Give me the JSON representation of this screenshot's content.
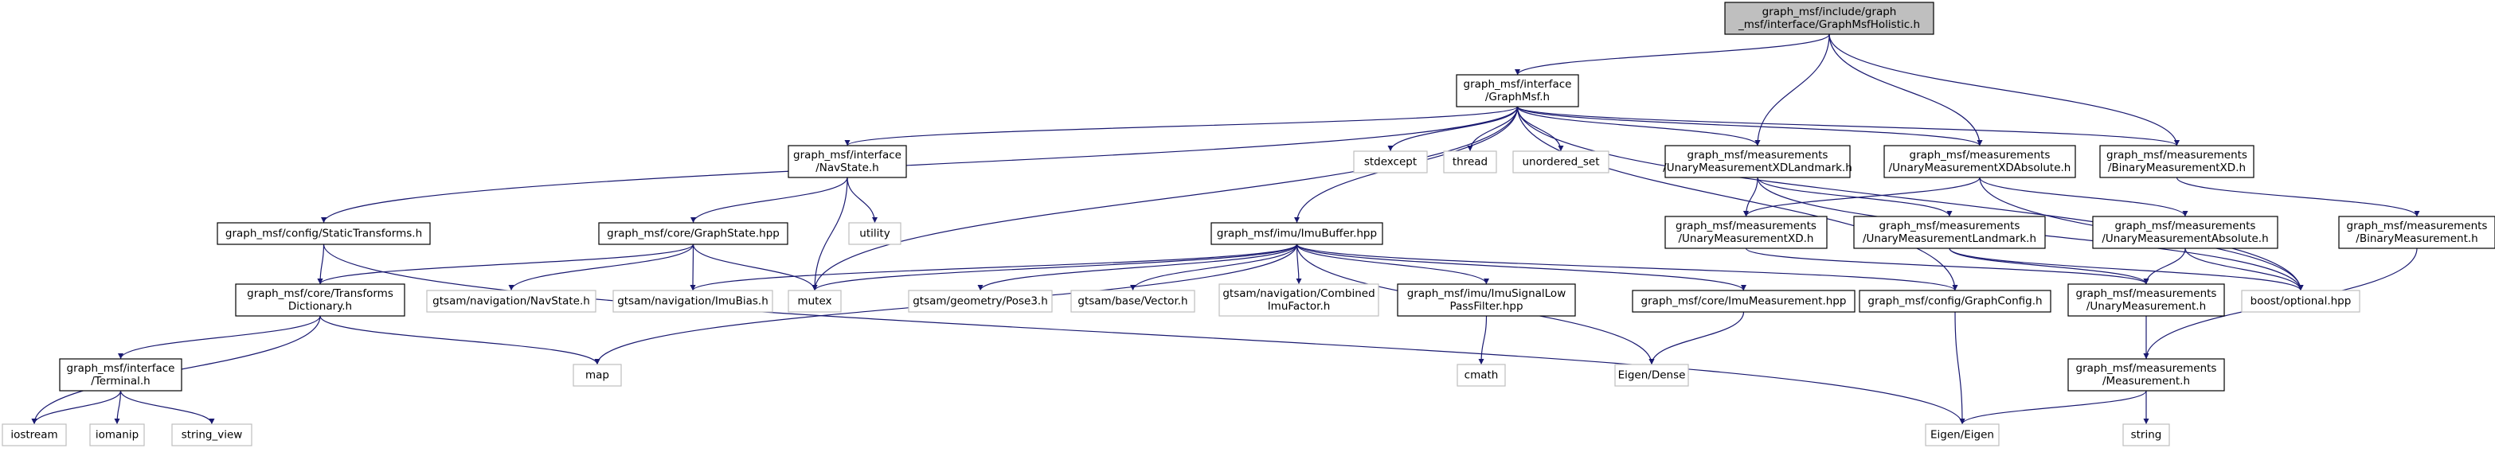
{
  "colors": {
    "edge": "#191970",
    "box_border_dark": "#000000",
    "box_border_light": "#bfbfbf",
    "root_fill": "#bfbfbf",
    "text": "#000000",
    "background": "#ffffff"
  },
  "nodes": [
    {
      "id": "root",
      "lines": [
        "graph_msf/include/graph",
        "_msf/interface/GraphMsfHolistic.h"
      ],
      "style": "root"
    },
    {
      "id": "graphmsf",
      "lines": [
        "graph_msf/interface",
        "/GraphMsf.h"
      ],
      "style": "dark"
    },
    {
      "id": "unaryLandmarkXD",
      "lines": [
        "graph_msf/measurements",
        "/UnaryMeasurementXDLandmark.h"
      ],
      "style": "dark"
    },
    {
      "id": "unaryAbsoluteXD",
      "lines": [
        "graph_msf/measurements",
        "/UnaryMeasurementXDAbsolute.h"
      ],
      "style": "dark"
    },
    {
      "id": "binaryXD",
      "lines": [
        "graph_msf/measurements",
        "/BinaryMeasurementXD.h"
      ],
      "style": "dark"
    },
    {
      "id": "navstate",
      "lines": [
        "graph_msf/interface",
        "/NavState.h"
      ],
      "style": "dark"
    },
    {
      "id": "stdexcept",
      "lines": [
        "stdexcept"
      ],
      "style": "light"
    },
    {
      "id": "thread",
      "lines": [
        "thread"
      ],
      "style": "light"
    },
    {
      "id": "unordered_set",
      "lines": [
        "unordered_set"
      ],
      "style": "light"
    },
    {
      "id": "utility",
      "lines": [
        "utility"
      ],
      "style": "light"
    },
    {
      "id": "statictransforms",
      "lines": [
        "graph_msf/config/StaticTransforms.h"
      ],
      "style": "dark"
    },
    {
      "id": "graphstate",
      "lines": [
        "graph_msf/core/GraphState.hpp"
      ],
      "style": "dark"
    },
    {
      "id": "imubuffer",
      "lines": [
        "graph_msf/imu/ImuBuffer.hpp"
      ],
      "style": "dark"
    },
    {
      "id": "unaryXD",
      "lines": [
        "graph_msf/measurements",
        "/UnaryMeasurementXD.h"
      ],
      "style": "dark"
    },
    {
      "id": "unaryLandmark",
      "lines": [
        "graph_msf/measurements",
        "/UnaryMeasurementLandmark.h"
      ],
      "style": "dark"
    },
    {
      "id": "unaryAbsolute",
      "lines": [
        "graph_msf/measurements",
        "/UnaryMeasurementAbsolute.h"
      ],
      "style": "dark"
    },
    {
      "id": "binary",
      "lines": [
        "graph_msf/measurements",
        "/BinaryMeasurement.h"
      ],
      "style": "dark"
    },
    {
      "id": "transformsdict",
      "lines": [
        "graph_msf/core/Transforms",
        "Dictionary.h"
      ],
      "style": "dark"
    },
    {
      "id": "gtsam_navstate",
      "lines": [
        "gtsam/navigation/NavState.h"
      ],
      "style": "light"
    },
    {
      "id": "gtsam_imubias",
      "lines": [
        "gtsam/navigation/ImuBias.h"
      ],
      "style": "light"
    },
    {
      "id": "mutex",
      "lines": [
        "mutex"
      ],
      "style": "light"
    },
    {
      "id": "gtsam_pose3",
      "lines": [
        "gtsam/geometry/Pose3.h"
      ],
      "style": "light"
    },
    {
      "id": "gtsam_vector",
      "lines": [
        "gtsam/base/Vector.h"
      ],
      "style": "light"
    },
    {
      "id": "gtsam_combined",
      "lines": [
        "gtsam/navigation/Combined",
        "ImuFactor.h"
      ],
      "style": "light"
    },
    {
      "id": "lowpass",
      "lines": [
        "graph_msf/imu/ImuSignalLow",
        "PassFilter.hpp"
      ],
      "style": "dark"
    },
    {
      "id": "imumeasurement",
      "lines": [
        "graph_msf/core/ImuMeasurement.hpp"
      ],
      "style": "dark"
    },
    {
      "id": "graphconfig",
      "lines": [
        "graph_msf/config/GraphConfig.h"
      ],
      "style": "dark"
    },
    {
      "id": "unary",
      "lines": [
        "graph_msf/measurements",
        "/UnaryMeasurement.h"
      ],
      "style": "dark"
    },
    {
      "id": "boost_optional",
      "lines": [
        "boost/optional.hpp"
      ],
      "style": "light"
    },
    {
      "id": "terminal",
      "lines": [
        "graph_msf/interface",
        "/Terminal.h"
      ],
      "style": "dark"
    },
    {
      "id": "map",
      "lines": [
        "map"
      ],
      "style": "light"
    },
    {
      "id": "cmath",
      "lines": [
        "cmath"
      ],
      "style": "light"
    },
    {
      "id": "eigen_dense",
      "lines": [
        "Eigen/Dense"
      ],
      "style": "light"
    },
    {
      "id": "measurement",
      "lines": [
        "graph_msf/measurements",
        "/Measurement.h"
      ],
      "style": "dark"
    },
    {
      "id": "iostream",
      "lines": [
        "iostream"
      ],
      "style": "light"
    },
    {
      "id": "iomanip",
      "lines": [
        "iomanip"
      ],
      "style": "light"
    },
    {
      "id": "string_view",
      "lines": [
        "string_view"
      ],
      "style": "light"
    },
    {
      "id": "eigen",
      "lines": [
        "Eigen/Eigen"
      ],
      "style": "light"
    },
    {
      "id": "string",
      "lines": [
        "string"
      ],
      "style": "light"
    }
  ],
  "edges": [
    [
      "root",
      "graphmsf"
    ],
    [
      "root",
      "unaryLandmarkXD"
    ],
    [
      "root",
      "unaryAbsoluteXD"
    ],
    [
      "root",
      "binaryXD"
    ],
    [
      "graphmsf",
      "navstate"
    ],
    [
      "graphmsf",
      "stdexcept"
    ],
    [
      "graphmsf",
      "thread"
    ],
    [
      "graphmsf",
      "unordered_set"
    ],
    [
      "graphmsf",
      "unaryLandmarkXD"
    ],
    [
      "graphmsf",
      "unaryAbsoluteXD"
    ],
    [
      "graphmsf",
      "binaryXD"
    ],
    [
      "graphmsf",
      "statictransforms"
    ],
    [
      "graphmsf",
      "imubuffer"
    ],
    [
      "graphmsf",
      "mutex"
    ],
    [
      "graphmsf",
      "graphconfig"
    ],
    [
      "graphmsf",
      "boost_optional"
    ],
    [
      "navstate",
      "graphstate"
    ],
    [
      "navstate",
      "utility"
    ],
    [
      "navstate",
      "mutex"
    ],
    [
      "statictransforms",
      "transformsdict"
    ],
    [
      "statictransforms",
      "eigen"
    ],
    [
      "graphstate",
      "transformsdict"
    ],
    [
      "graphstate",
      "gtsam_navstate"
    ],
    [
      "graphstate",
      "gtsam_imubias"
    ],
    [
      "graphstate",
      "mutex"
    ],
    [
      "imubuffer",
      "mutex"
    ],
    [
      "imubuffer",
      "gtsam_imubias"
    ],
    [
      "imubuffer",
      "gtsam_pose3"
    ],
    [
      "imubuffer",
      "gtsam_vector"
    ],
    [
      "imubuffer",
      "gtsam_combined"
    ],
    [
      "imubuffer",
      "lowpass"
    ],
    [
      "imubuffer",
      "imumeasurement"
    ],
    [
      "imubuffer",
      "graphconfig"
    ],
    [
      "imubuffer",
      "map"
    ],
    [
      "imubuffer",
      "eigen_dense"
    ],
    [
      "unaryLandmarkXD",
      "unaryXD"
    ],
    [
      "unaryLandmarkXD",
      "unaryLandmark"
    ],
    [
      "unaryLandmarkXD",
      "boost_optional"
    ],
    [
      "unaryAbsoluteXD",
      "unaryXD"
    ],
    [
      "unaryAbsoluteXD",
      "unaryAbsolute"
    ],
    [
      "unaryAbsoluteXD",
      "boost_optional"
    ],
    [
      "binaryXD",
      "binary"
    ],
    [
      "unaryXD",
      "unary"
    ],
    [
      "unaryLandmark",
      "unary"
    ],
    [
      "unaryLandmark",
      "boost_optional"
    ],
    [
      "unaryAbsolute",
      "unary"
    ],
    [
      "unaryAbsolute",
      "boost_optional"
    ],
    [
      "binary",
      "measurement"
    ],
    [
      "unary",
      "measurement"
    ],
    [
      "transformsdict",
      "terminal"
    ],
    [
      "transformsdict",
      "map"
    ],
    [
      "transformsdict",
      "iostream"
    ],
    [
      "terminal",
      "iostream"
    ],
    [
      "terminal",
      "iomanip"
    ],
    [
      "terminal",
      "string_view"
    ],
    [
      "lowpass",
      "cmath"
    ],
    [
      "imumeasurement",
      "eigen_dense"
    ],
    [
      "graphconfig",
      "eigen"
    ],
    [
      "measurement",
      "eigen"
    ],
    [
      "measurement",
      "string"
    ]
  ]
}
